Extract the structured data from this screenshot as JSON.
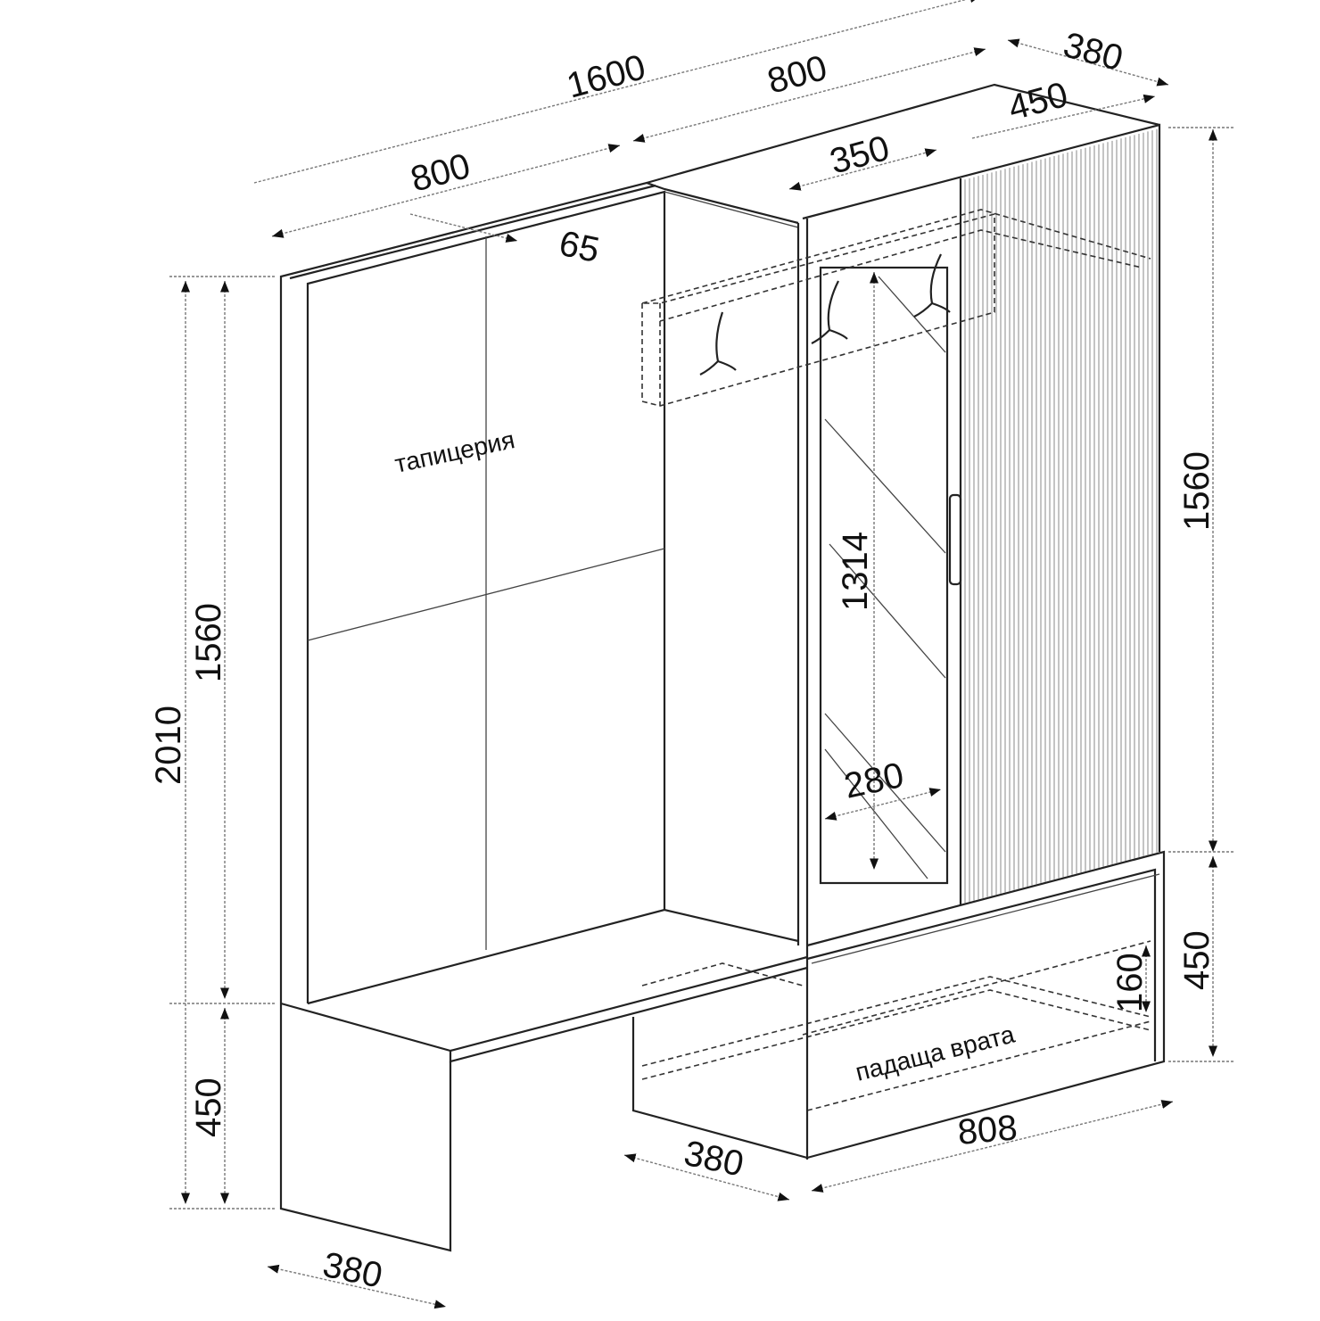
{
  "dimensions": {
    "total_width": "1600",
    "top_right_width": "800",
    "top_left_width": "800",
    "depth_top": "380",
    "tall_cabinet_width": "450",
    "mirror_door_width": "350",
    "upholstery_thickness": "65",
    "mirror_height": "1314",
    "mirror_width": "280",
    "right_upper_height": "1560",
    "right_lower_height": "450",
    "flap_door_height": "160",
    "lower_cabinet_width": "808",
    "middle_depth": "380",
    "bench_depth": "380",
    "total_height": "2010",
    "left_upper_height": "1560",
    "left_lower_height": "450"
  },
  "labels": {
    "upholstery": "тапицерия",
    "flap_door": "падаща врата"
  },
  "colors": {
    "line": "#222222",
    "background": "#ffffff"
  }
}
